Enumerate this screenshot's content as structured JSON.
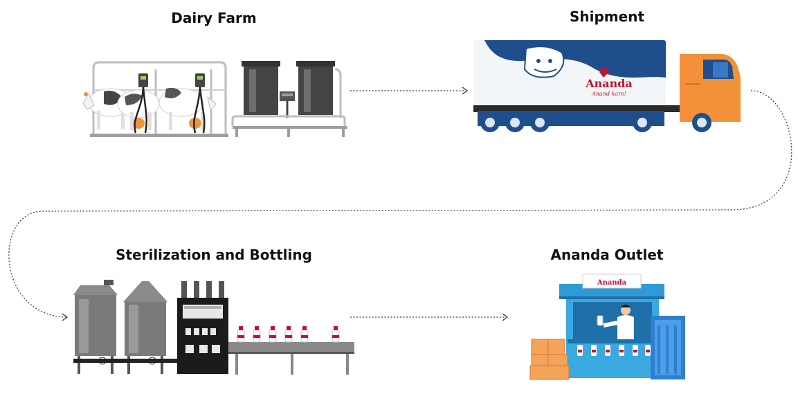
{
  "stages": {
    "dairy_farm": "Dairy Farm",
    "shipment": "Shipment",
    "sterilization": "Sterilization and Bottling",
    "outlet": "Ananda Outlet"
  },
  "truck": {
    "brand": "Ananda",
    "tagline": "Anand karo!"
  },
  "outlet_sign": {
    "brand": "Ananda"
  },
  "colors": {
    "truck_blue": "#1f4e8c",
    "truck_orange": "#f2913a",
    "brand_red": "#c8102e",
    "outlet_blue": "#3aa9e0"
  }
}
